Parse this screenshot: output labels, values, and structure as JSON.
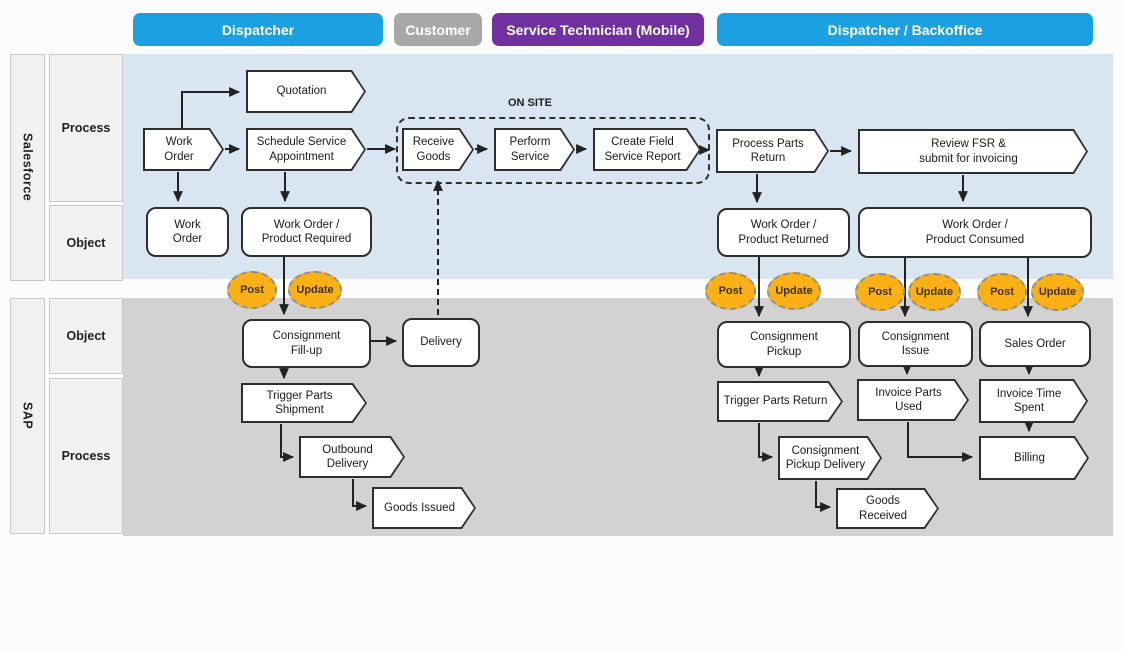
{
  "banners": {
    "dispatcher": {
      "label": "Dispatcher",
      "color": "#1ba1e2"
    },
    "customer": {
      "label": "Customer",
      "color": "#a8a8a8"
    },
    "service_technician": {
      "label": "Service Technician (Mobile)",
      "color": "#7030a0"
    },
    "dispatcher_backoffice": {
      "label": "Dispatcher / Backoffice",
      "color": "#1ba1e2"
    }
  },
  "swimlanes": {
    "salesforce": {
      "label": "Salesforce",
      "region_color": "#d9e5f1",
      "sublanes": {
        "process": "Process",
        "object": "Object"
      }
    },
    "sap": {
      "label": "SAP",
      "region_color": "#d2d2d2",
      "sublanes": {
        "object": "Object",
        "process": "Process"
      }
    }
  },
  "annotations": {
    "on_site": "ON SITE"
  },
  "badges": {
    "post": {
      "label": "Post",
      "color": "#fbb116"
    },
    "update": {
      "label": "Update",
      "color": "#fbb116"
    }
  },
  "nodes": {
    "quotation": {
      "label": "Quotation",
      "type": "process"
    },
    "work_order_process": {
      "label": "Work\nOrder",
      "type": "process"
    },
    "schedule_service_appointment": {
      "label": "Schedule Service\nAppointment",
      "type": "process"
    },
    "receive_goods": {
      "label": "Receive\nGoods",
      "type": "process"
    },
    "perform_service": {
      "label": "Perform\nService",
      "type": "process"
    },
    "create_field_service_report": {
      "label": "Create Field\nService Report",
      "type": "process"
    },
    "process_parts_return": {
      "label": "Process Parts\nReturn",
      "type": "process"
    },
    "review_fsr": {
      "label": "Review FSR &\nsubmit for invoicing",
      "type": "process"
    },
    "work_order_object": {
      "label": "Work\nOrder",
      "type": "object"
    },
    "wo_product_required": {
      "label": "Work Order /\nProduct Required",
      "type": "object"
    },
    "wo_product_returned": {
      "label": "Work Order /\nProduct Returned",
      "type": "object"
    },
    "wo_product_consumed": {
      "label": "Work Order /\nProduct Consumed",
      "type": "object"
    },
    "consignment_fillup": {
      "label": "Consignment\nFill-up",
      "type": "object"
    },
    "delivery": {
      "label": "Delivery",
      "type": "object"
    },
    "consignment_pickup": {
      "label": "Consignment\nPickup",
      "type": "object"
    },
    "consignment_issue": {
      "label": "Consignment\nIssue",
      "type": "object"
    },
    "sales_order": {
      "label": "Sales Order",
      "type": "object"
    },
    "trigger_parts_shipment": {
      "label": "Trigger Parts\nShipment",
      "type": "process"
    },
    "outbound_delivery": {
      "label": "Outbound\nDelivery",
      "type": "process"
    },
    "goods_issued": {
      "label": "Goods Issued",
      "type": "process"
    },
    "trigger_parts_return": {
      "label": "Trigger Parts Return",
      "type": "process"
    },
    "invoice_parts_used": {
      "label": "Invoice Parts\nUsed",
      "type": "process"
    },
    "invoice_time_spent": {
      "label": "Invoice Time\nSpent",
      "type": "process"
    },
    "consignment_pickup_delivery": {
      "label": "Consignment\nPickup Delivery",
      "type": "process"
    },
    "billing": {
      "label": "Billing",
      "type": "process"
    },
    "goods_received": {
      "label": "Goods\nReceived",
      "type": "process"
    }
  }
}
